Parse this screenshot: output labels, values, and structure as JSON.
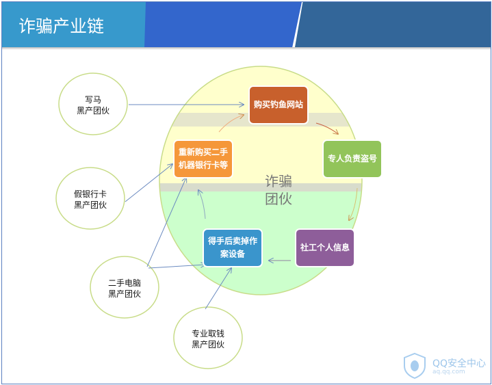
{
  "header": {
    "title": "诈骗产业链"
  },
  "center": {
    "line1": "诈骗",
    "line2": "团伙"
  },
  "steps": [
    {
      "label": [
        "购买钓鱼网站"
      ],
      "color": "#c8602c"
    },
    {
      "label": [
        "专人负责盗号"
      ],
      "color": "#92c45a"
    },
    {
      "label": [
        "社工个人信息"
      ],
      "color": "#8e5e9a"
    },
    {
      "label": [
        "得手后卖掉作",
        "案设备"
      ],
      "color": "#3a95cc"
    },
    {
      "label": [
        "重新购买二手",
        "机器银行卡等"
      ],
      "color": "#f5973a"
    }
  ],
  "groups": [
    {
      "label": [
        "写马",
        "黑产团伙"
      ]
    },
    {
      "label": [
        "假银行卡",
        "黑产团伙"
      ]
    },
    {
      "label": [
        "二手电脑",
        "黑产团伙"
      ]
    },
    {
      "label": [
        "专业取钱",
        "黑产团伙"
      ]
    }
  ],
  "logo": {
    "name": "QQ安全中心",
    "url": "aq.qq.com"
  }
}
